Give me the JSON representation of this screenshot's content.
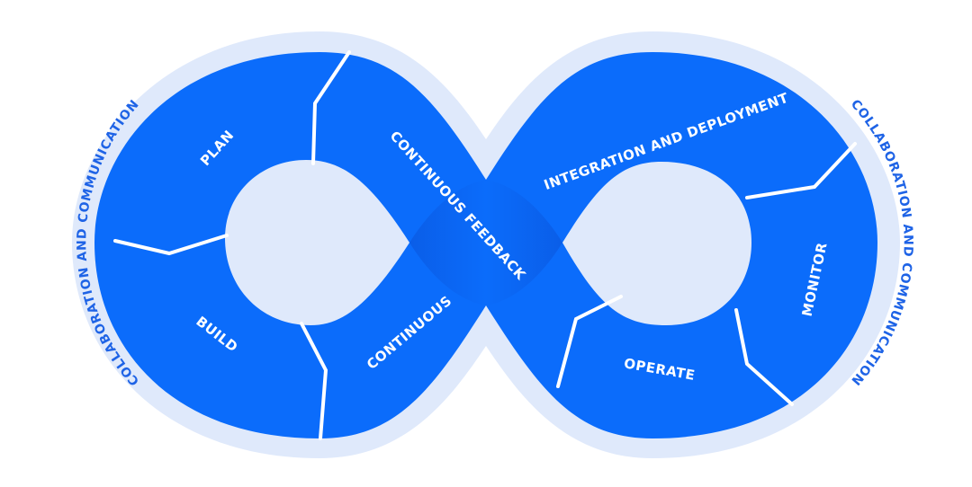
{
  "colors": {
    "outer_band": "#dfe9fb",
    "segment": "#0b6cfb",
    "segment_dark": "#0a52d8",
    "divider": "#ffffff",
    "arc_text": "#1e63e6",
    "label_text": "#ffffff"
  },
  "outer_labels": {
    "left": "COLLABORATION AND COMMUNICATION",
    "right": "COLLABORATION AND COMMUNICATION"
  },
  "segments": {
    "plan": "PLAN",
    "build": "BUILD",
    "continuous": "CONTINUOUS",
    "continuous_feedback": "CONTINUOUS FEEDBACK",
    "integration_deployment": "INTEGRATION AND DEPLOYMENT",
    "monitor": "MONITOR",
    "operate": "OPERATE"
  }
}
